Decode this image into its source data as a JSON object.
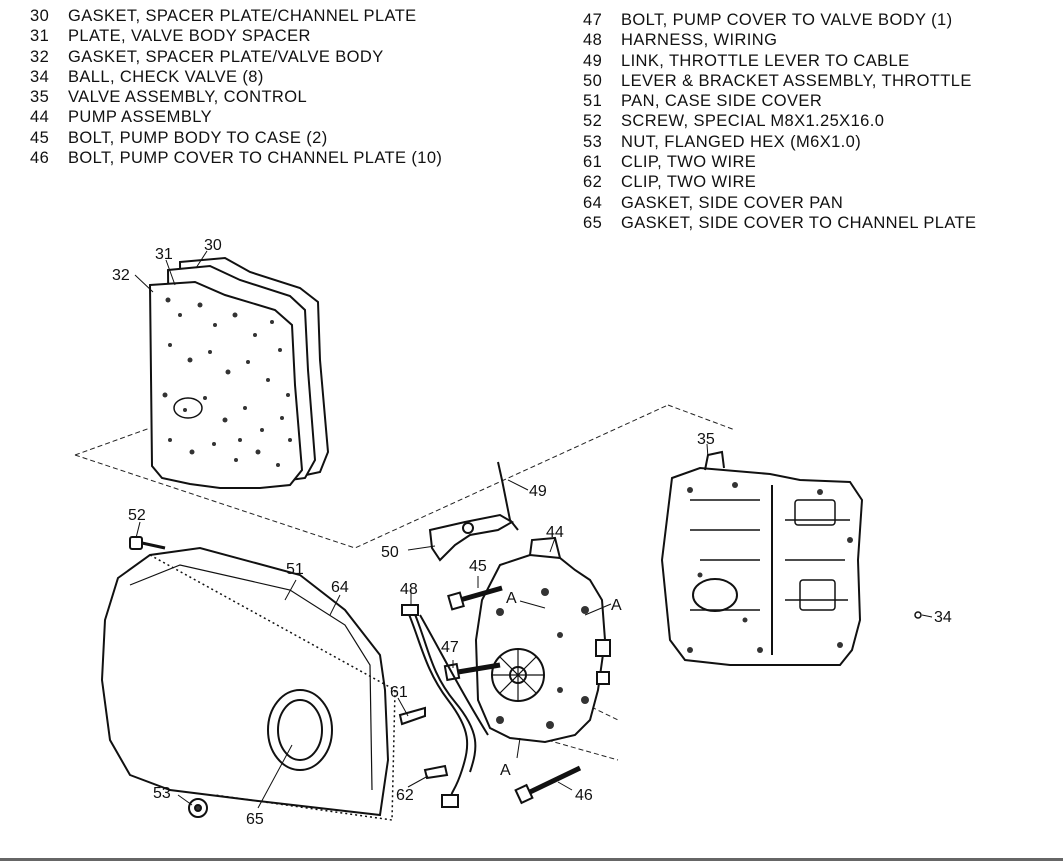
{
  "legend_left": [
    {
      "num": "30",
      "text": "GASKET, SPACER PLATE/CHANNEL PLATE"
    },
    {
      "num": "31",
      "text": "PLATE, VALVE BODY SPACER"
    },
    {
      "num": "32",
      "text": "GASKET, SPACER PLATE/VALVE BODY"
    },
    {
      "num": "34",
      "text": "BALL, CHECK VALVE (8)"
    },
    {
      "num": "35",
      "text": "VALVE ASSEMBLY, CONTROL"
    },
    {
      "num": "44",
      "text": "PUMP ASSEMBLY"
    },
    {
      "num": "45",
      "text": "BOLT, PUMP BODY TO CASE (2)"
    },
    {
      "num": "46",
      "text": "BOLT, PUMP COVER TO CHANNEL PLATE (10)"
    }
  ],
  "legend_right": [
    {
      "num": "47",
      "text": "BOLT, PUMP COVER TO VALVE BODY (1)"
    },
    {
      "num": "48",
      "text": "HARNESS, WIRING"
    },
    {
      "num": "49",
      "text": "LINK, THROTTLE LEVER TO CABLE"
    },
    {
      "num": "50",
      "text": "LEVER & BRACKET ASSEMBLY, THROTTLE"
    },
    {
      "num": "51",
      "text": "PAN, CASE SIDE COVER"
    },
    {
      "num": "52",
      "text": "SCREW, SPECIAL M8X1.25X16.0"
    },
    {
      "num": "53",
      "text": "NUT, FLANGED HEX (M6X1.0)"
    },
    {
      "num": "61",
      "text": "CLIP, TWO WIRE"
    },
    {
      "num": "62",
      "text": "CLIP, TWO WIRE"
    },
    {
      "num": "64",
      "text": "GASKET, SIDE COVER PAN"
    },
    {
      "num": "65",
      "text": "GASKET, SIDE COVER TO CHANNEL PLATE"
    }
  ],
  "callouts": {
    "c30": "30",
    "c31": "31",
    "c32": "32",
    "c34": "34",
    "c35": "35",
    "c44": "44",
    "c45": "45",
    "c46": "46",
    "c47": "47",
    "c48": "48",
    "c49": "49",
    "c50": "50",
    "c51": "51",
    "c52": "52",
    "c53": "53",
    "c61": "61",
    "c62": "62",
    "c64": "64",
    "c65": "65",
    "a1": "A",
    "a2": "A",
    "a3": "A"
  }
}
